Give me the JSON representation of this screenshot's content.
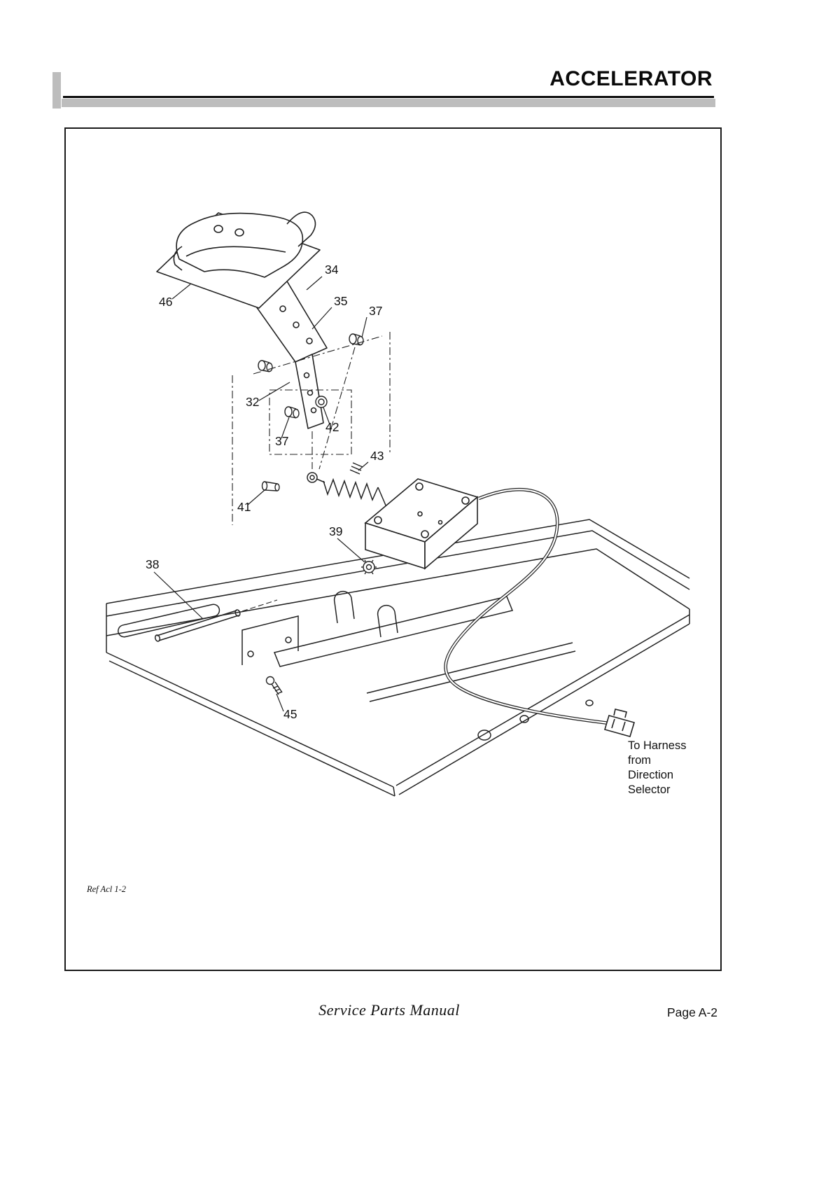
{
  "page": {
    "header_title": "ACCELERATOR",
    "footer_center": "Service Parts Manual",
    "footer_right": "Page A-2"
  },
  "diagram": {
    "ref_note": "Ref Acl 1-2",
    "harness_note": {
      "line1": "To Harness",
      "line2": "from",
      "line3": "Direction",
      "line4": "Selector"
    },
    "callouts": {
      "c34": "34",
      "c46": "46",
      "c35": "35",
      "c37a": "37",
      "c32": "32",
      "c42": "42",
      "c37b": "37",
      "c43": "43",
      "c41": "41",
      "c39": "39",
      "c38": "38",
      "c45": "45"
    }
  }
}
